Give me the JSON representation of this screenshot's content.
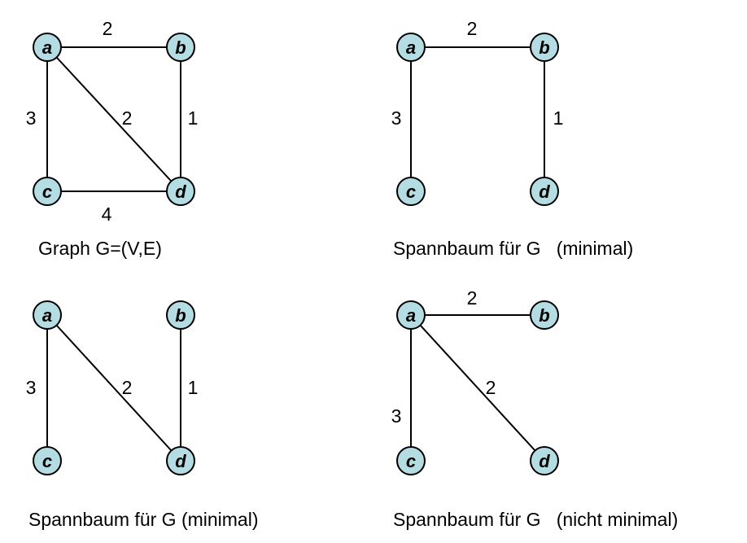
{
  "colors": {
    "node_fill": "#b3dde2",
    "edge": "#000000"
  },
  "nodes": {
    "a": "a",
    "b": "b",
    "c": "c",
    "d": "d"
  },
  "panels": [
    {
      "caption": "Graph G=(V,E)",
      "edges": [
        {
          "from": "a",
          "to": "b",
          "weight": "2"
        },
        {
          "from": "a",
          "to": "c",
          "weight": "3"
        },
        {
          "from": "a",
          "to": "d",
          "weight": "2"
        },
        {
          "from": "b",
          "to": "d",
          "weight": "1"
        },
        {
          "from": "c",
          "to": "d",
          "weight": "4"
        }
      ]
    },
    {
      "caption": "Spannbaum für G   (minimal)",
      "edges": [
        {
          "from": "a",
          "to": "b",
          "weight": "2"
        },
        {
          "from": "a",
          "to": "c",
          "weight": "3"
        },
        {
          "from": "b",
          "to": "d",
          "weight": "1"
        }
      ]
    },
    {
      "caption": "Spannbaum für G (minimal)",
      "edges": [
        {
          "from": "a",
          "to": "c",
          "weight": "3"
        },
        {
          "from": "a",
          "to": "d",
          "weight": "2"
        },
        {
          "from": "b",
          "to": "d",
          "weight": "1"
        }
      ]
    },
    {
      "caption": "Spannbaum für G   (nicht minimal)",
      "edges": [
        {
          "from": "a",
          "to": "b",
          "weight": "2"
        },
        {
          "from": "a",
          "to": "c",
          "weight": "3"
        },
        {
          "from": "a",
          "to": "d",
          "weight": "2"
        }
      ]
    }
  ]
}
